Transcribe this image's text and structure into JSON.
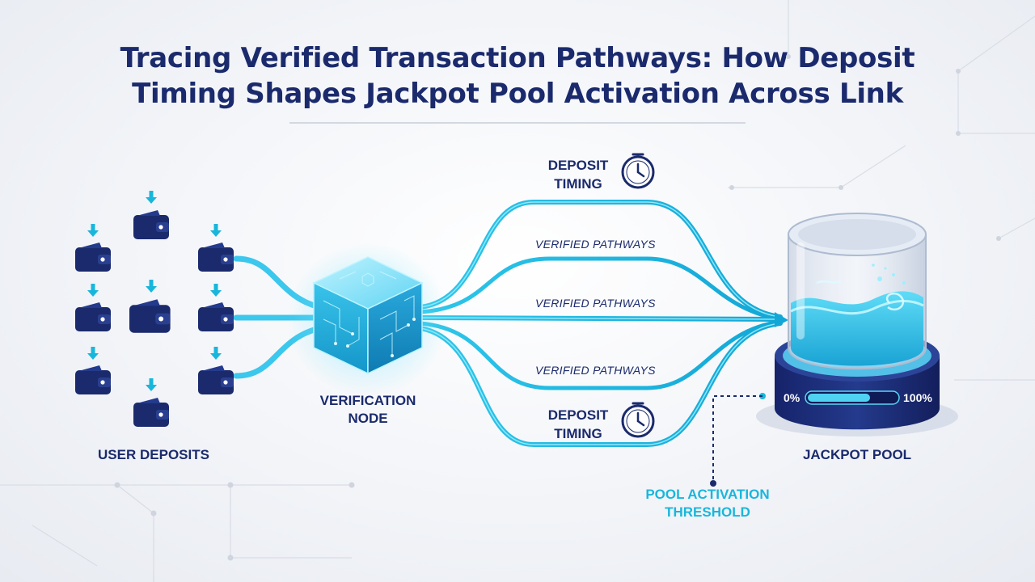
{
  "title": {
    "line1": "Tracing Verified Transaction Pathways: How Deposit",
    "line2": "Timing Shapes Jackpot Pool Activation Across Link"
  },
  "labels": {
    "user_deposits": "USER DEPOSITS",
    "verification_node_1": "VERIFICATION",
    "verification_node_2": "NODE",
    "jackpot_pool": "JACKPOT POOL",
    "threshold_1": "POOL ACTIVATION",
    "threshold_2": "THRESHOLD"
  },
  "timing_top": {
    "line1": "DEPOSIT",
    "line2": "TIMING"
  },
  "timing_bottom": {
    "line1": "DEPOSIT",
    "line2": "TIMING"
  },
  "pathways": [
    "VERIFIED PATHWAYS",
    "VERIFIED PATHWAYS",
    "VERIFIED PATHWAYS"
  ],
  "gauge": {
    "min_label": "0%",
    "max_label": "100%",
    "fill_fraction": 0.7
  },
  "icons": {
    "wallet": "wallet-icon",
    "deposit_arrow": "arrow-down-icon",
    "clock": "clock-icon",
    "node": "cube-node-icon",
    "pool": "cylinder-pool-icon"
  },
  "colors": {
    "navy": "#1a2a6c",
    "cyan": "#19b6dc",
    "light_cyan": "#6fe0f5"
  }
}
